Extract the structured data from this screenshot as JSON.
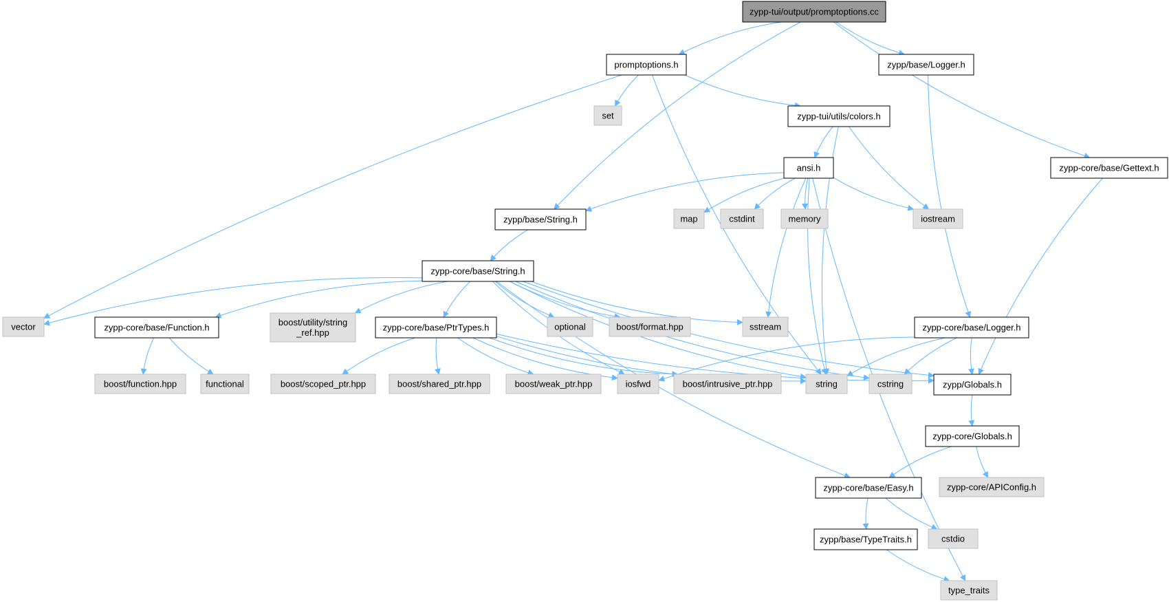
{
  "colors": {
    "edge": "#63b8ff",
    "root_fill": "#999999",
    "file_fill": "#ffffff",
    "system_fill": "#e0e0e0",
    "border_dark": "#000000",
    "border_light": "#bfbfbf"
  },
  "nodes": [
    {
      "id": "root",
      "label": "zypp-tui/output/promptoptions.cc",
      "kind": "root"
    },
    {
      "id": "promptoptions_h",
      "label": "promptoptions.h",
      "kind": "file"
    },
    {
      "id": "base_logger_h",
      "label": "zypp/base/Logger.h",
      "kind": "file"
    },
    {
      "id": "set",
      "label": "set",
      "kind": "system"
    },
    {
      "id": "colors_h",
      "label": "zypp-tui/utils/colors.h",
      "kind": "file"
    },
    {
      "id": "gettext_h",
      "label": "zypp-core/base/Gettext.h",
      "kind": "file"
    },
    {
      "id": "ansi_h",
      "label": "ansi.h",
      "kind": "file"
    },
    {
      "id": "base_string_h",
      "label": "zypp/base/String.h",
      "kind": "file"
    },
    {
      "id": "map",
      "label": "map",
      "kind": "system"
    },
    {
      "id": "cstdint",
      "label": "cstdint",
      "kind": "system"
    },
    {
      "id": "memory",
      "label": "memory",
      "kind": "system"
    },
    {
      "id": "iostream",
      "label": "iostream",
      "kind": "system"
    },
    {
      "id": "core_string_h",
      "label": "zypp-core/base/String.h",
      "kind": "file"
    },
    {
      "id": "vector",
      "label": "vector",
      "kind": "system"
    },
    {
      "id": "function_h",
      "label": "zypp-core/base/Function.h",
      "kind": "file"
    },
    {
      "id": "string_ref",
      "label": "boost/utility/string\n_ref.hpp",
      "kind": "system"
    },
    {
      "id": "ptrtypes_h",
      "label": "zypp-core/base/PtrTypes.h",
      "kind": "file"
    },
    {
      "id": "optional",
      "label": "optional",
      "kind": "system"
    },
    {
      "id": "format_hpp",
      "label": "boost/format.hpp",
      "kind": "system"
    },
    {
      "id": "sstream",
      "label": "sstream",
      "kind": "system"
    },
    {
      "id": "core_logger_h",
      "label": "zypp-core/base/Logger.h",
      "kind": "file"
    },
    {
      "id": "function_hpp",
      "label": "boost/function.hpp",
      "kind": "system"
    },
    {
      "id": "functional",
      "label": "functional",
      "kind": "system"
    },
    {
      "id": "scoped_ptr",
      "label": "boost/scoped_ptr.hpp",
      "kind": "system"
    },
    {
      "id": "shared_ptr",
      "label": "boost/shared_ptr.hpp",
      "kind": "system"
    },
    {
      "id": "weak_ptr",
      "label": "boost/weak_ptr.hpp",
      "kind": "system"
    },
    {
      "id": "iosfwd",
      "label": "iosfwd",
      "kind": "system"
    },
    {
      "id": "intrusive_ptr",
      "label": "boost/intrusive_ptr.hpp",
      "kind": "system"
    },
    {
      "id": "string",
      "label": "string",
      "kind": "system"
    },
    {
      "id": "cstring",
      "label": "cstring",
      "kind": "system"
    },
    {
      "id": "zypp_globals_h",
      "label": "zypp/Globals.h",
      "kind": "file"
    },
    {
      "id": "core_globals_h",
      "label": "zypp-core/Globals.h",
      "kind": "file"
    },
    {
      "id": "easy_h",
      "label": "zypp-core/base/Easy.h",
      "kind": "file"
    },
    {
      "id": "apiconfig_h",
      "label": "zypp-core/APIConfig.h",
      "kind": "system"
    },
    {
      "id": "typetraits_h",
      "label": "zypp/base/TypeTraits.h",
      "kind": "file"
    },
    {
      "id": "cstdio",
      "label": "cstdio",
      "kind": "system"
    },
    {
      "id": "type_traits",
      "label": "type_traits",
      "kind": "system"
    }
  ],
  "edges": [
    [
      "root",
      "promptoptions_h"
    ],
    [
      "root",
      "base_logger_h"
    ],
    [
      "root",
      "gettext_h"
    ],
    [
      "root",
      "base_string_h"
    ],
    [
      "promptoptions_h",
      "set"
    ],
    [
      "promptoptions_h",
      "colors_h"
    ],
    [
      "promptoptions_h",
      "vector"
    ],
    [
      "promptoptions_h",
      "string"
    ],
    [
      "base_logger_h",
      "core_logger_h"
    ],
    [
      "gettext_h",
      "zypp_globals_h"
    ],
    [
      "colors_h",
      "ansi_h"
    ],
    [
      "colors_h",
      "iostream"
    ],
    [
      "colors_h",
      "string"
    ],
    [
      "ansi_h",
      "base_string_h"
    ],
    [
      "ansi_h",
      "map"
    ],
    [
      "ansi_h",
      "cstdint"
    ],
    [
      "ansi_h",
      "memory"
    ],
    [
      "ansi_h",
      "iostream"
    ],
    [
      "ansi_h",
      "sstream"
    ],
    [
      "ansi_h",
      "string"
    ],
    [
      "ansi_h",
      "type_traits"
    ],
    [
      "base_string_h",
      "core_string_h"
    ],
    [
      "core_string_h",
      "vector"
    ],
    [
      "core_string_h",
      "function_h"
    ],
    [
      "core_string_h",
      "string_ref"
    ],
    [
      "core_string_h",
      "ptrtypes_h"
    ],
    [
      "core_string_h",
      "optional"
    ],
    [
      "core_string_h",
      "format_hpp"
    ],
    [
      "core_string_h",
      "sstream"
    ],
    [
      "core_string_h",
      "iosfwd"
    ],
    [
      "core_string_h",
      "string"
    ],
    [
      "core_string_h",
      "cstring"
    ],
    [
      "core_string_h",
      "easy_h"
    ],
    [
      "core_string_h",
      "zypp_globals_h"
    ],
    [
      "function_h",
      "function_hpp"
    ],
    [
      "function_h",
      "functional"
    ],
    [
      "ptrtypes_h",
      "scoped_ptr"
    ],
    [
      "ptrtypes_h",
      "shared_ptr"
    ],
    [
      "ptrtypes_h",
      "weak_ptr"
    ],
    [
      "ptrtypes_h",
      "iosfwd"
    ],
    [
      "ptrtypes_h",
      "intrusive_ptr"
    ],
    [
      "ptrtypes_h",
      "string"
    ],
    [
      "ptrtypes_h",
      "zypp_globals_h"
    ],
    [
      "core_logger_h",
      "iosfwd"
    ],
    [
      "core_logger_h",
      "string"
    ],
    [
      "core_logger_h",
      "cstring"
    ],
    [
      "core_logger_h",
      "zypp_globals_h"
    ],
    [
      "zypp_globals_h",
      "core_globals_h"
    ],
    [
      "core_globals_h",
      "easy_h"
    ],
    [
      "core_globals_h",
      "apiconfig_h"
    ],
    [
      "easy_h",
      "typetraits_h"
    ],
    [
      "easy_h",
      "cstdio"
    ],
    [
      "typetraits_h",
      "type_traits"
    ]
  ]
}
